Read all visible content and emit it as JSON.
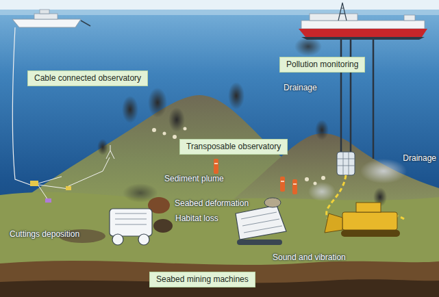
{
  "diagram": {
    "nodes": [
      {
        "text": [
          "Cable connected observatory"
        ]
      },
      {
        "text": [
          "Pollution monitoring"
        ]
      },
      {
        "text": [
          "Transposable observatory"
        ]
      },
      {
        "text": [
          "Seabed mining machines"
        ]
      }
    ],
    "labels": [
      "Drainage",
      "Drainage",
      "Sediment plume",
      "Seabed deformation",
      "Habitat loss",
      "Cuttings deposition",
      "Sound and vibration"
    ]
  }
}
